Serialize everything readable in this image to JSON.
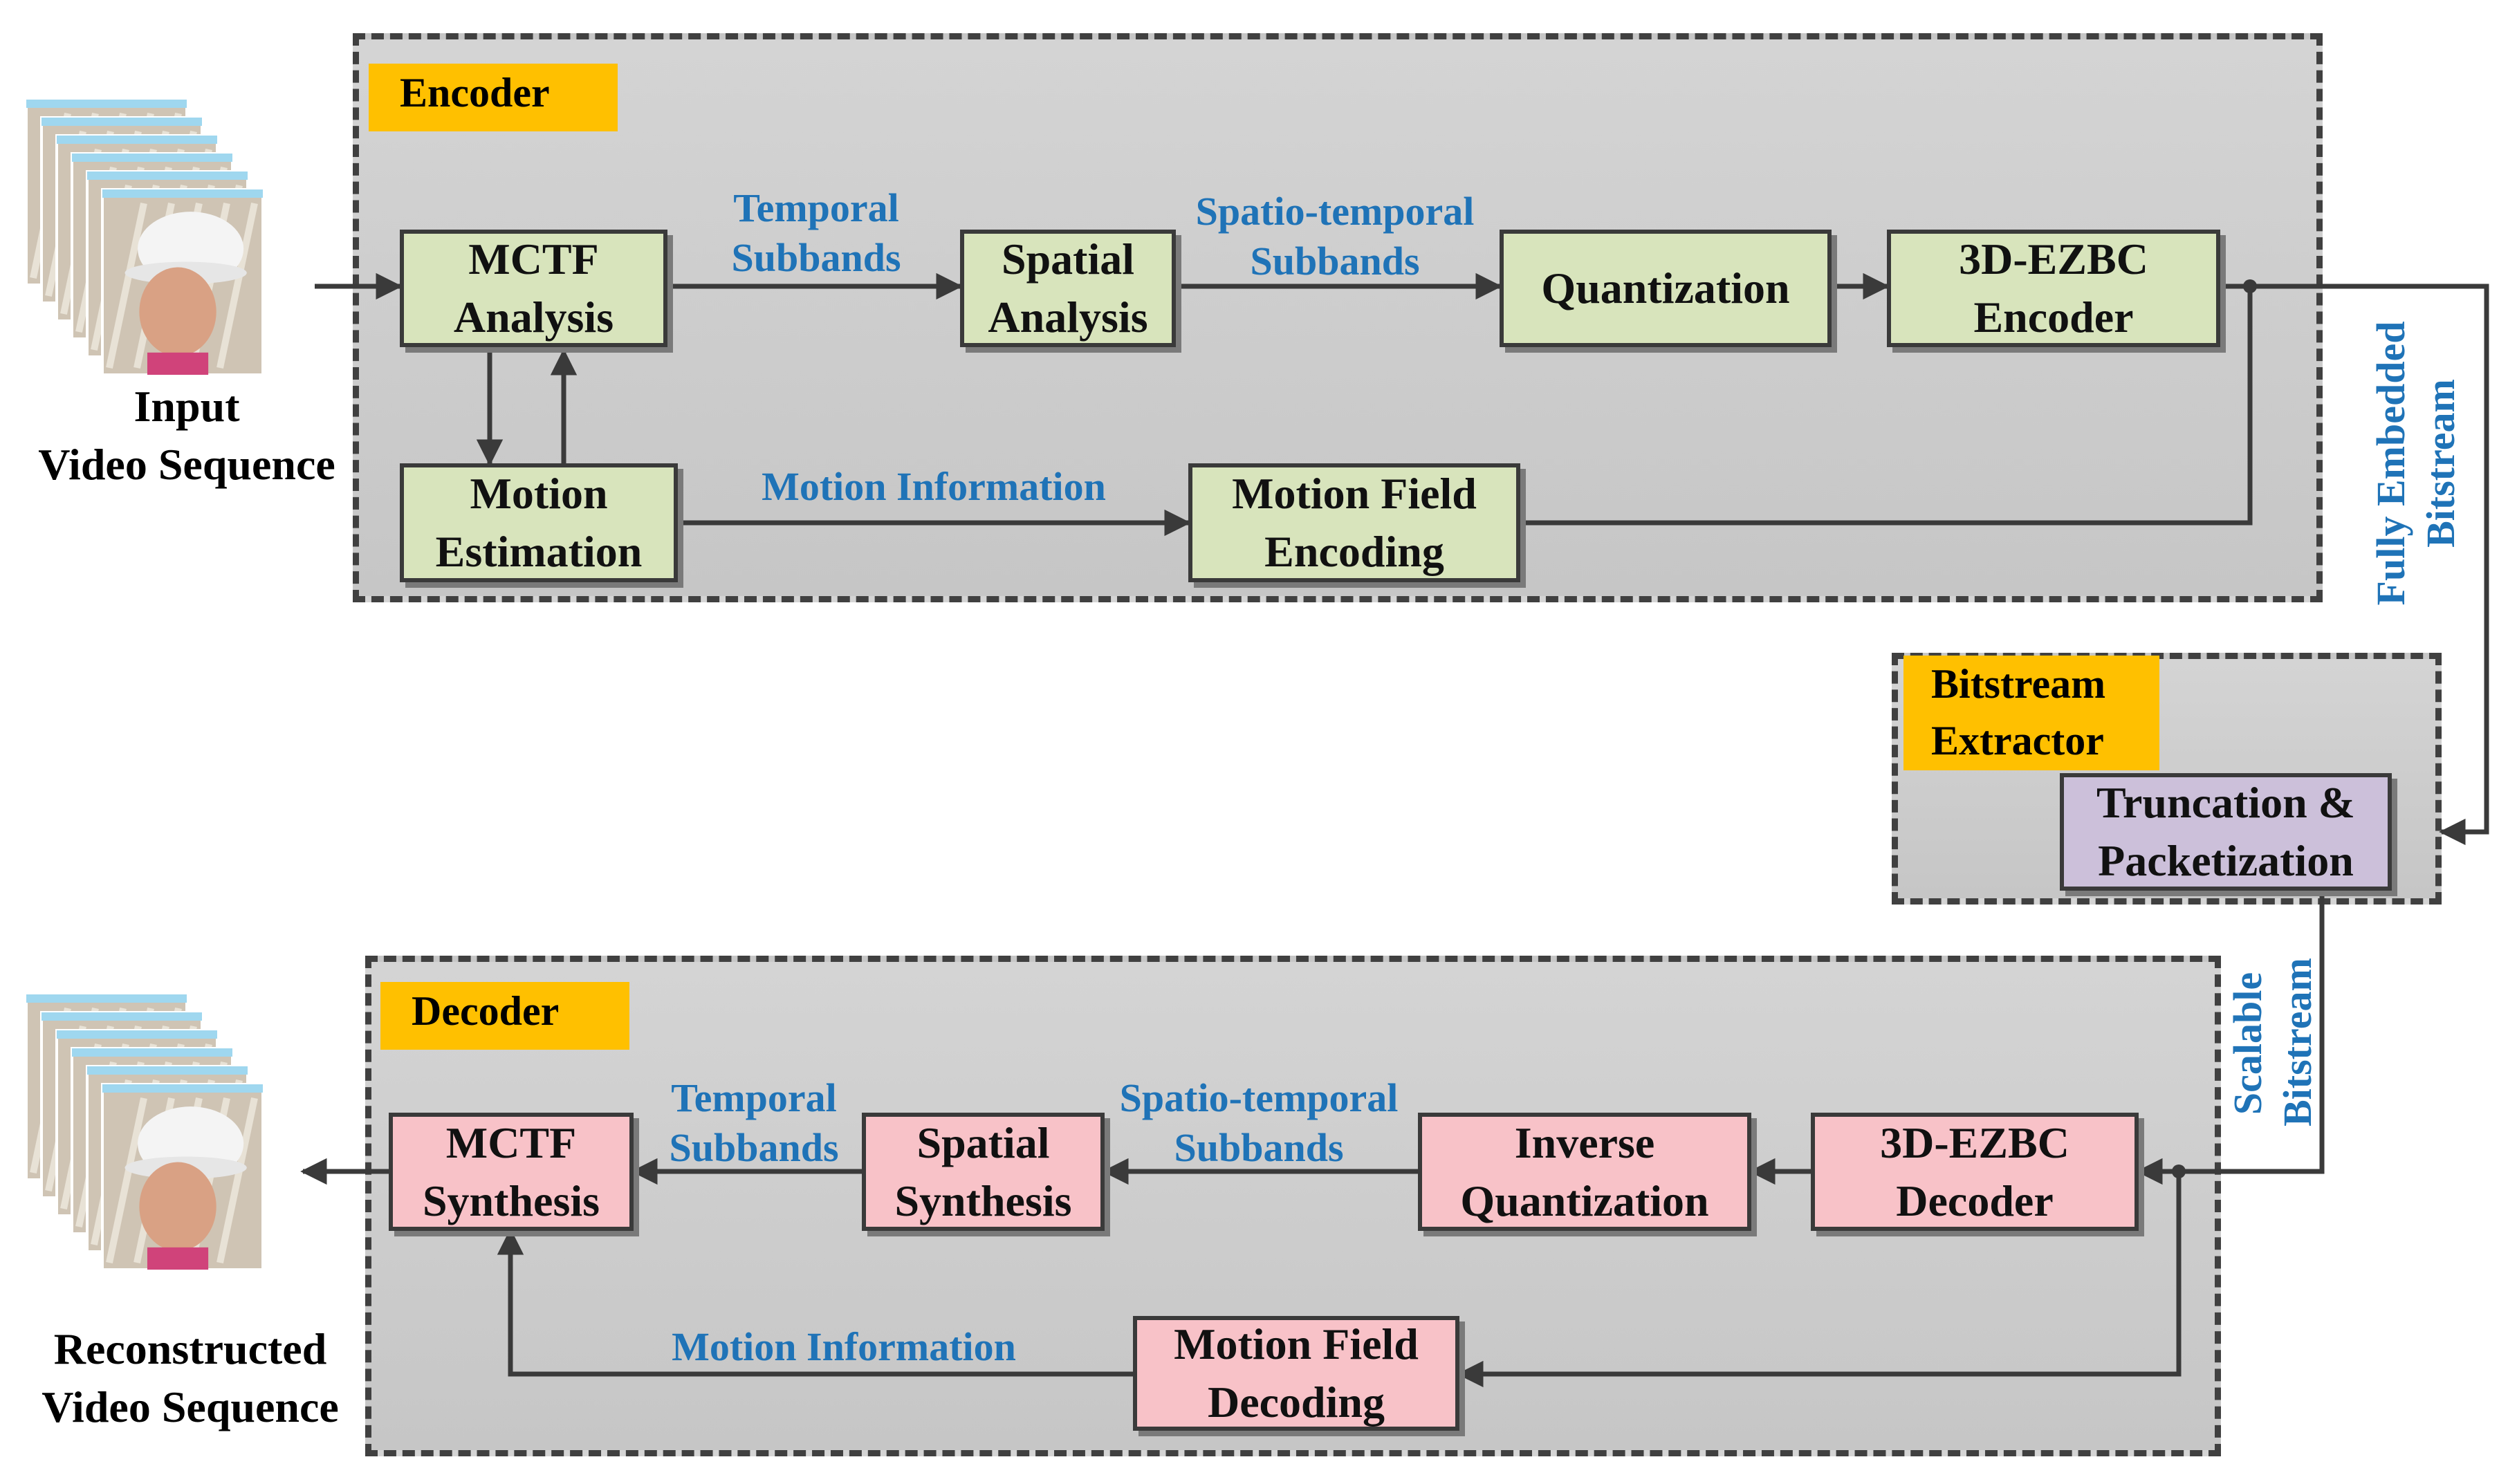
{
  "encoder": {
    "title": "Encoder",
    "mctf_analysis": "MCTF\nAnalysis",
    "spatial_analysis": "Spatial\nAnalysis",
    "quantization": "Quantization",
    "ezbc_encoder": "3D-EZBC\nEncoder",
    "motion_estimation": "Motion\nEstimation",
    "motion_field_encoding": "Motion Field\nEncoding",
    "label_temporal": "Temporal\nSubbands",
    "label_spatio_temporal": "Spatio-temporal\nSubbands",
    "label_motion_info": "Motion Information"
  },
  "extractor": {
    "title": "Bitstream\nExtractor",
    "truncation": "Truncation &\nPacketization"
  },
  "decoder": {
    "title": "Decoder",
    "mctf_synthesis": "MCTF\nSynthesis",
    "spatial_synthesis": "Spatial\nSynthesis",
    "inverse_quantization": "Inverse\nQuantization",
    "ezbc_decoder": "3D-EZBC\nDecoder",
    "motion_field_decoding": "Motion Field\nDecoding",
    "label_temporal": "Temporal\nSubbands",
    "label_spatio_temporal": "Spatio-temporal\nSubbands",
    "label_motion_info": "Motion Information"
  },
  "streams": {
    "fully_embedded": "Fully Embedded\nBitstream",
    "scalable": "Scalable\nBitstream"
  },
  "captions": {
    "input": "Input\nVideo Sequence",
    "output": "Reconstructed\nVideo Sequence"
  },
  "colors": {
    "encoder_block": "#d8e4bc",
    "decoder_block": "#f8c2c8",
    "extractor_block": "#ccc0da",
    "region_tag": "#ffc000",
    "signal_label": "#1f73b7"
  },
  "icons": {
    "input_frames": "video-frames-stack",
    "output_frames": "video-frames-stack"
  }
}
